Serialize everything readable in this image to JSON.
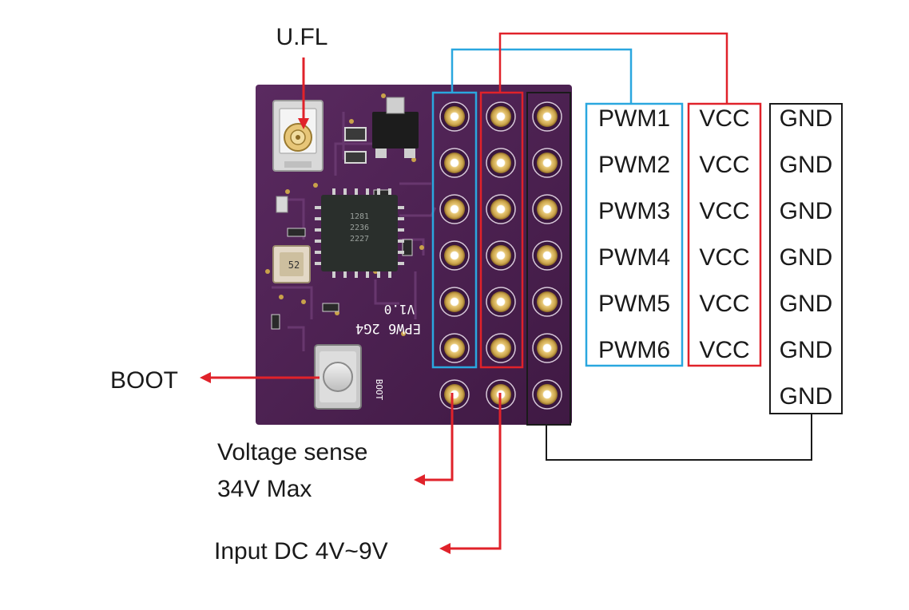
{
  "labels": {
    "ufl": "U.FL",
    "boot": "BOOT",
    "voltage_sense_line1": "Voltage sense",
    "voltage_sense_line2": "34V Max",
    "input_dc": "Input DC 4V~9V"
  },
  "pinouts": {
    "pwm": [
      "PWM1",
      "PWM2",
      "PWM3",
      "PWM4",
      "PWM5",
      "PWM6"
    ],
    "vcc": [
      "VCC",
      "VCC",
      "VCC",
      "VCC",
      "VCC",
      "VCC"
    ],
    "gnd": [
      "GND",
      "GND",
      "GND",
      "GND",
      "GND",
      "GND",
      "GND"
    ]
  },
  "board": {
    "silkscreen_name": "EPW6 2G4",
    "silkscreen_version": "V1.0",
    "silkscreen_boot": "BOOT",
    "crystal_marking": "52",
    "chip_marking_line1": "1281",
    "chip_marking_line2": "2236",
    "chip_marking_line3": "2227"
  },
  "colors": {
    "pcb": "#4a1f4e",
    "pwm_outline": "#2aa7df",
    "vcc_outline": "#e0222a",
    "gnd_outline": "#1a1a1a",
    "arrow": "#e0222a",
    "pad_gold": "#d4b15a"
  }
}
